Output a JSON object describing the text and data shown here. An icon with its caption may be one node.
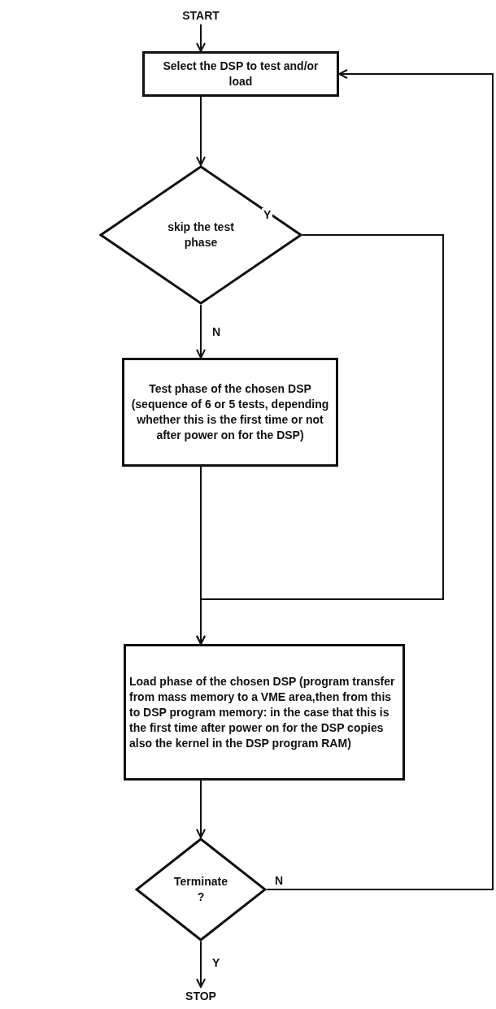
{
  "diagram": {
    "nodes": [
      {
        "text": [
          "START"
        ]
      },
      {
        "text": [
          "Select the DSP to test and/or load"
        ]
      },
      {
        "text": [
          "skip the test phase"
        ]
      },
      {
        "text": [
          "Test phase of the chosen DSP (sequence of 6 or 5 tests, depending whether this is the first time or not after power on for the DSP)"
        ]
      },
      {
        "text": [
          "Load phase of the chosen DSP (program transfer from mass memory to a VME area,then from this to DSP program memory: in the case that this is the first time after power on for the DSP copies also the kernel in the DSP program RAM)"
        ]
      },
      {
        "text": [
          "Terminate ?"
        ]
      },
      {
        "text": [
          "STOP"
        ]
      }
    ],
    "edges": [
      {
        "from": 0,
        "to": 1,
        "arrow": "to"
      },
      {
        "from": 1,
        "to": 2,
        "arrow": "to"
      },
      {
        "from": 2,
        "to": 3,
        "arrow": "to",
        "label": "N"
      },
      {
        "from": 2,
        "to": 4,
        "arrow": "to",
        "label": "Y"
      },
      {
        "from": 3,
        "to": 4,
        "arrow": "to"
      },
      {
        "from": 4,
        "to": 5,
        "arrow": "to"
      },
      {
        "from": 5,
        "to": 6,
        "arrow": "to",
        "label": "Y"
      },
      {
        "from": 5,
        "to": 1,
        "arrow": "to",
        "label": "N"
      }
    ]
  }
}
